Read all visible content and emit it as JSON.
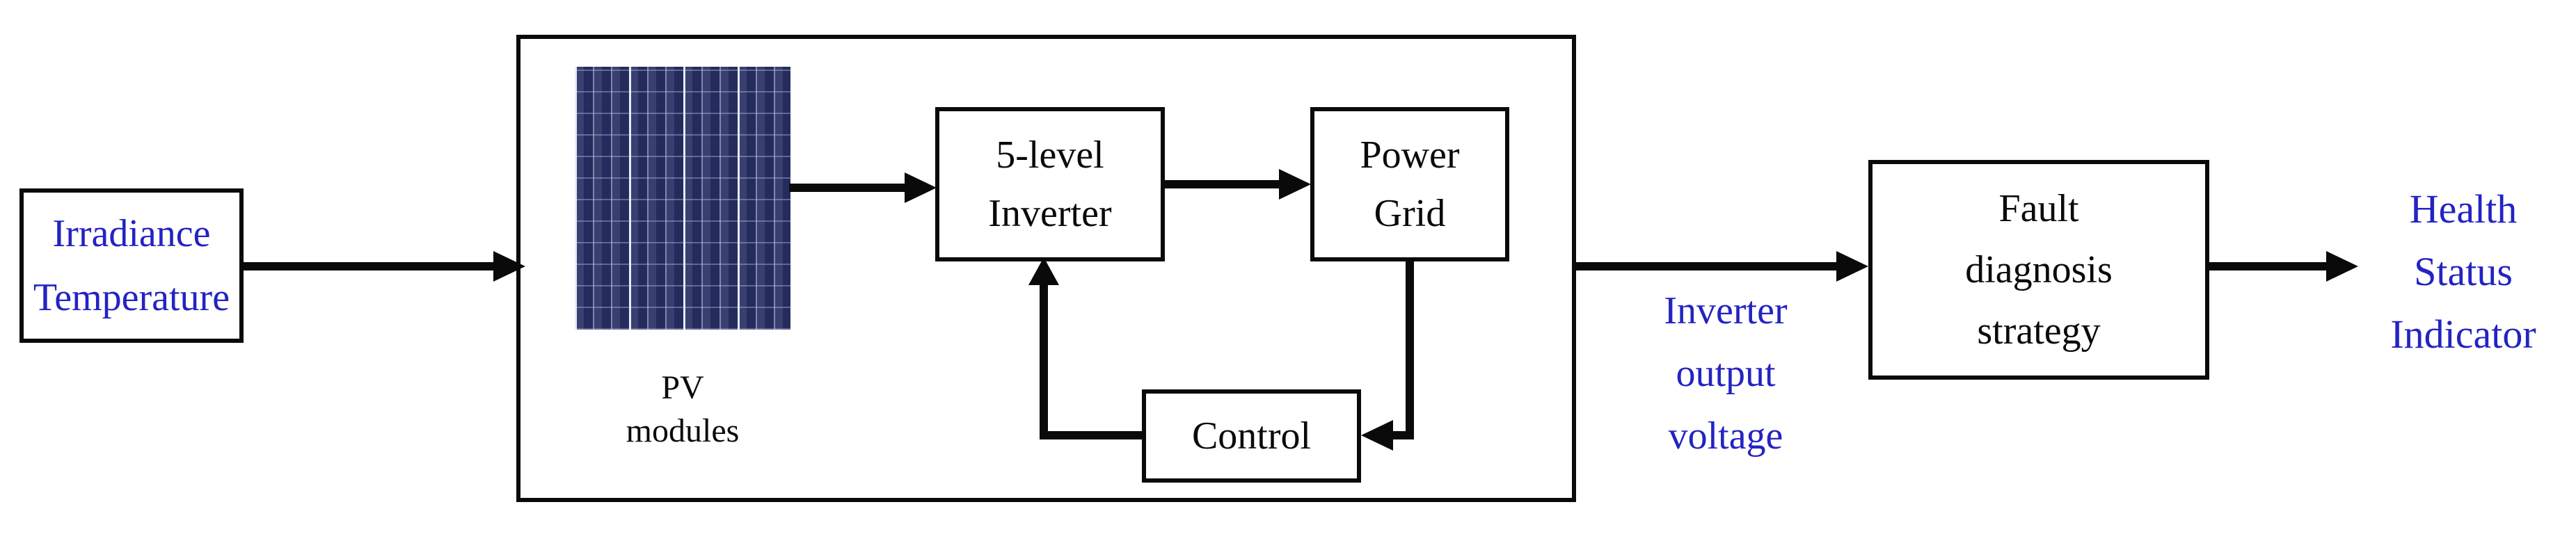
{
  "figure": {
    "background": "#ffffff",
    "ink": "#0a0a0a",
    "accent_blue": "#2323c3",
    "panel_navy": "#2d3366"
  },
  "input_box": {
    "lines": [
      "Irradiance",
      "Temperature"
    ]
  },
  "system_box": {
    "pv_caption": {
      "lines": [
        "PV",
        "modules"
      ]
    },
    "inverter_box": {
      "lines": [
        "5-level",
        "Inverter"
      ]
    },
    "power_grid_box": {
      "lines": [
        "Power",
        "Grid"
      ]
    },
    "control_box": {
      "lines": [
        "Control"
      ]
    }
  },
  "labels": {
    "inverter_output": {
      "lines": [
        "Inverter",
        "output",
        "voltage"
      ]
    },
    "health_status": {
      "lines": [
        "Health",
        "Status",
        "Indicator"
      ]
    }
  },
  "fault_box": {
    "lines": [
      "Fault",
      "diagnosis",
      "strategy"
    ]
  }
}
